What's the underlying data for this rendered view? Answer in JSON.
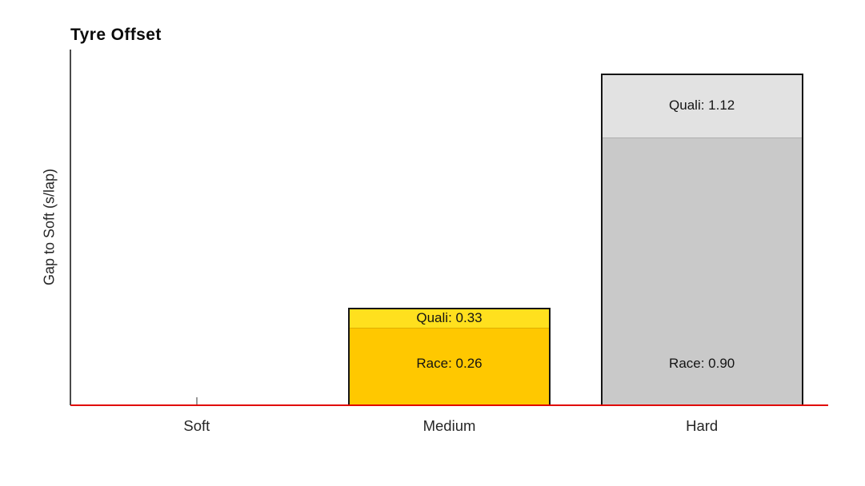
{
  "chart_data": {
    "type": "bar",
    "title": "Tyre Offset",
    "xlabel": "",
    "ylabel": "Gap to Soft (s/lap)",
    "categories": [
      "Soft",
      "Medium",
      "Hard"
    ],
    "series": [
      {
        "name": "Quali",
        "values": [
          0,
          0.33,
          1.12
        ]
      },
      {
        "name": "Race",
        "values": [
          0,
          0.26,
          0.9
        ]
      }
    ],
    "bar_labels": [
      {
        "quali": "",
        "race": ""
      },
      {
        "quali": "Quali: 0.33",
        "race": "Race: 0.26"
      },
      {
        "quali": "Quali: 1.12",
        "race": "Race: 0.90"
      }
    ],
    "ylim": [
      0,
      1.2
    ],
    "grid": false,
    "legend": "none",
    "colors": {
      "quali_fill": [
        "#ffffff",
        "#FFE01E",
        "#E2E2E2"
      ],
      "race_fill": [
        "#ffffff",
        "#FFC800",
        "#C9C9C9"
      ],
      "bar_edge": "#151515",
      "baseline": "#E10600",
      "axis_line": "#4A4A4A",
      "tick_mark": "#9A9A9A",
      "label_text": "#141414"
    }
  }
}
